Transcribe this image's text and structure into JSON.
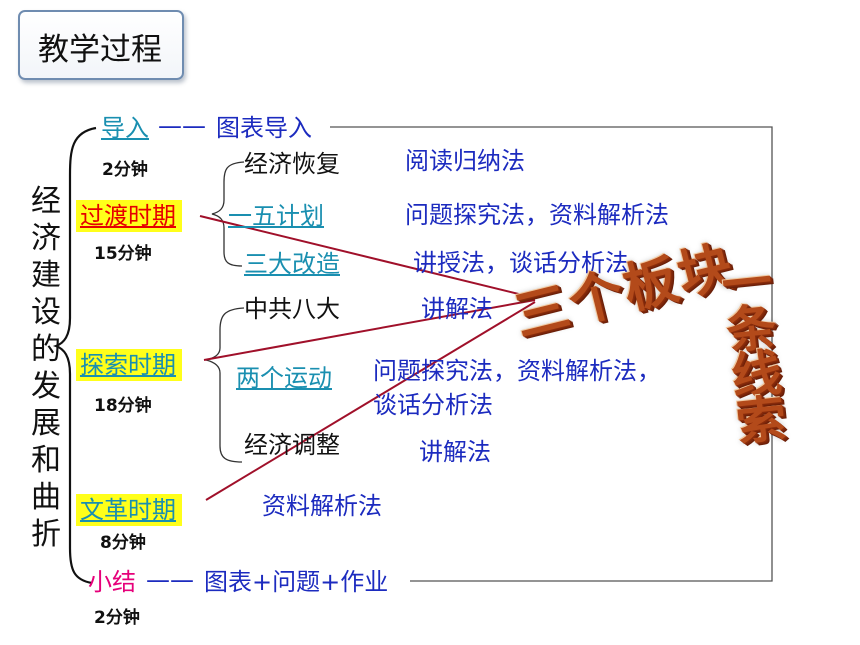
{
  "title": "教学过程",
  "main_topic": "经济建设的发展和曲折",
  "intro": {
    "label": "导入",
    "separator": "——",
    "method": "图表导入",
    "time": "2分钟"
  },
  "periods": [
    {
      "label": "过渡时期",
      "time": "15分钟",
      "topics": [
        {
          "name": "经济恢复",
          "method": "阅读归纳法"
        },
        {
          "name": "一五计划",
          "method": "问题探究法，资料解析法"
        },
        {
          "name": "三大改造",
          "method": "讲授法，谈话分析法"
        }
      ]
    },
    {
      "label": "探索时期",
      "time": "18分钟",
      "topics": [
        {
          "name": "中共八大",
          "method": "讲解法"
        },
        {
          "name": "两个运动",
          "method": "问题探究法，资料解析法，",
          "method_line2": "谈话分析法"
        },
        {
          "name": "经济调整",
          "method": "讲解法"
        }
      ]
    },
    {
      "label": "文革时期",
      "time": "8分钟",
      "topics": [],
      "method": "资料解析法"
    }
  ],
  "summary": {
    "label": "小结",
    "separator": "——",
    "method": "图表+问题+作业",
    "time": "2分钟"
  },
  "banner_three_sections": "三个板块",
  "banner_one_thread": "一条线索",
  "colors": {
    "stage_link": "#1a8fb0",
    "stage_red": "#e60000",
    "method_blue": "#1c2bbf",
    "highlight": "#ffff1a",
    "arrow_line": "#a0102a",
    "banner": "#b34a1a"
  }
}
